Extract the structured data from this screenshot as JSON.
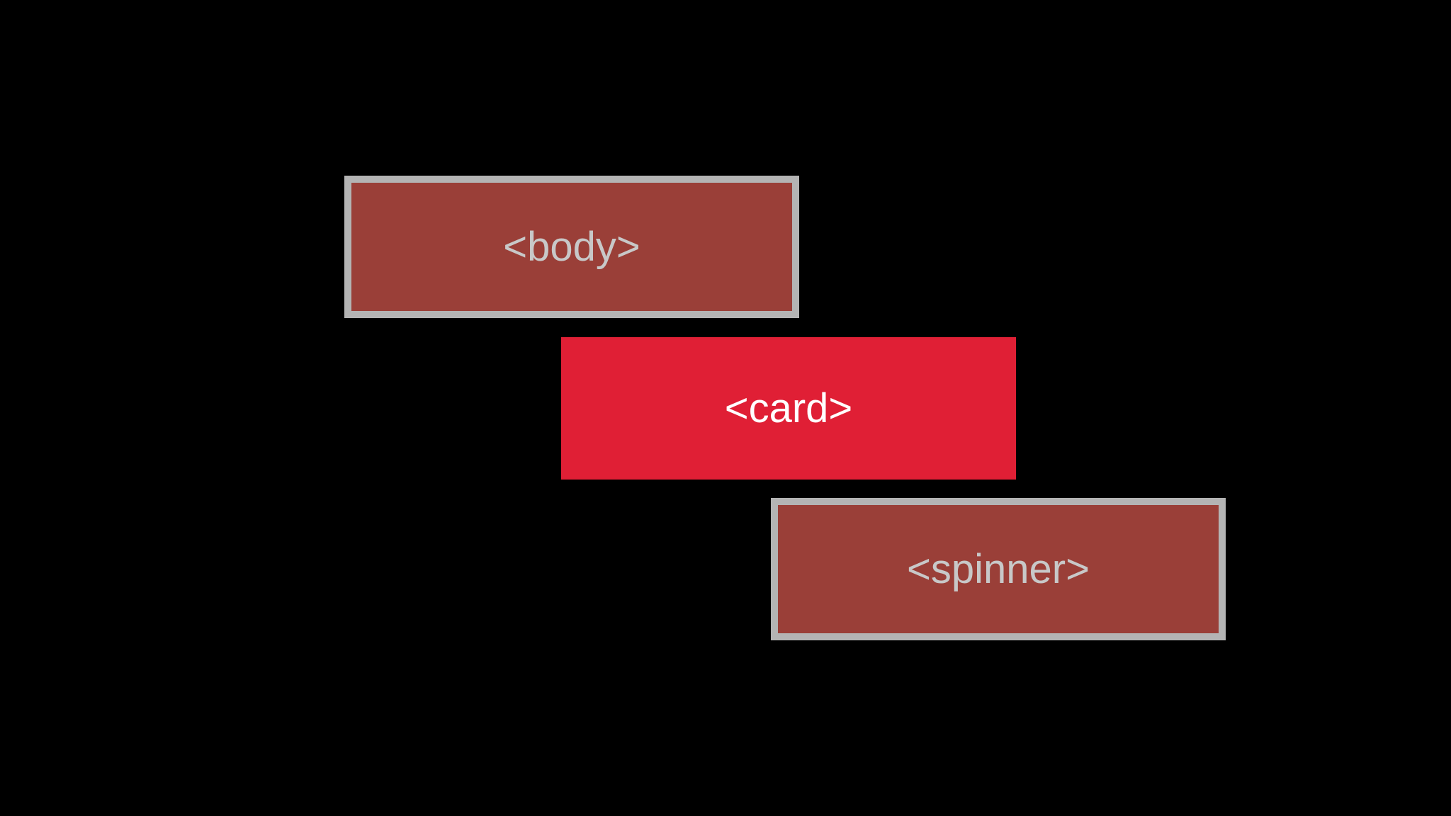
{
  "diagram": {
    "nodes": [
      {
        "id": "body",
        "label": "<body>",
        "state": "dimmed",
        "fill": "#9a3f38",
        "text_color": "#c8c8c8",
        "border": "#b4b4b4"
      },
      {
        "id": "card",
        "label": "<card>",
        "state": "active",
        "fill": "#e01f35",
        "text_color": "#ffffff",
        "border": ""
      },
      {
        "id": "spinner",
        "label": "<spinner>",
        "state": "dimmed",
        "fill": "#9a3f38",
        "text_color": "#c8c8c8",
        "border": "#b4b4b4"
      }
    ]
  },
  "colors": {
    "background": "#000000"
  }
}
